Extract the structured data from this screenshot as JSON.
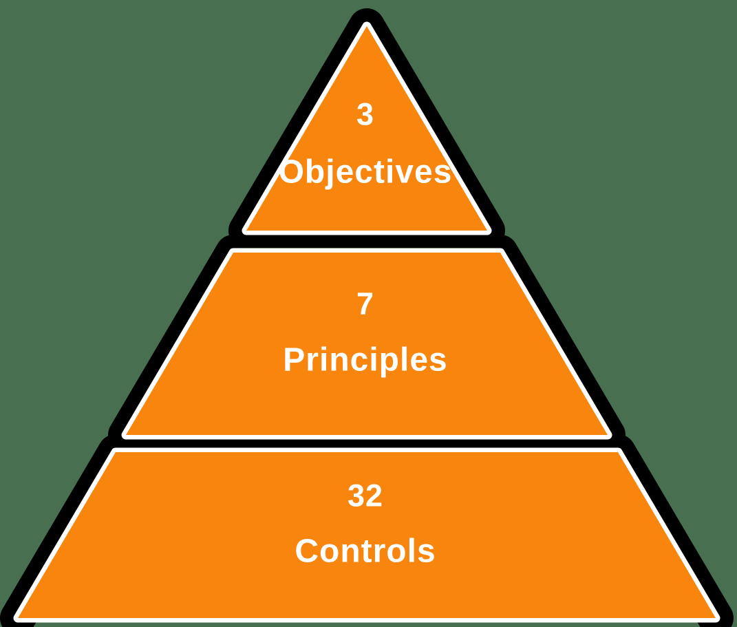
{
  "background_color": "#487050",
  "pyramid": {
    "fill_color": "#F8860E",
    "outline_color": "#000000",
    "inner_stroke_color": "#FFFFFF",
    "text_color": "#FFFFFF",
    "tiers": [
      {
        "count": "3",
        "label": "Objectives"
      },
      {
        "count": "7",
        "label": "Principles"
      },
      {
        "count": "32",
        "label": "Controls"
      }
    ]
  },
  "chart_data": {
    "type": "pyramid",
    "levels": [
      {
        "value": 3,
        "label": "Objectives",
        "position": "top"
      },
      {
        "value": 7,
        "label": "Principles",
        "position": "middle"
      },
      {
        "value": 32,
        "label": "Controls",
        "position": "bottom"
      }
    ]
  }
}
